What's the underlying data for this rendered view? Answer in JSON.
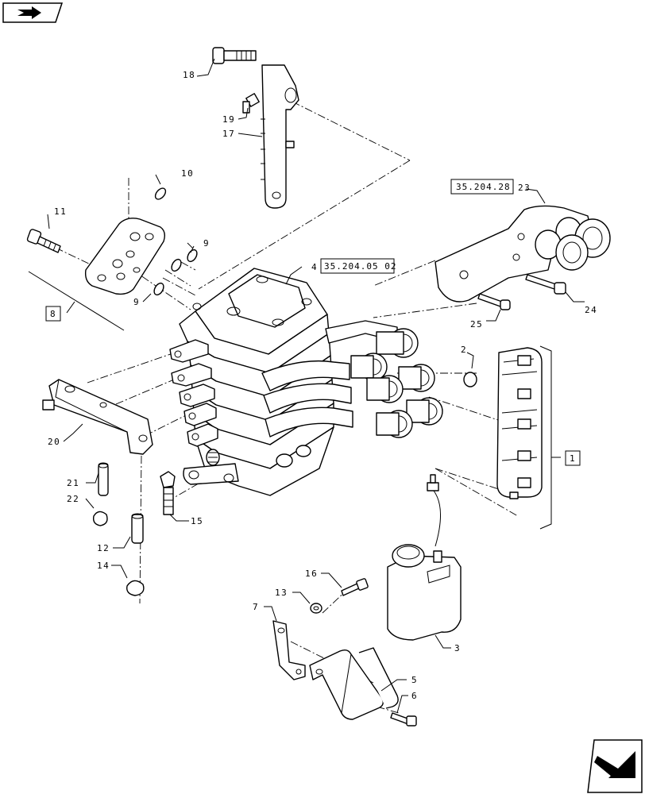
{
  "nav": {
    "prev_icon": "arrow-back-icon",
    "next_icon": "arrow-forward-icon"
  },
  "refs": {
    "r23": "35.204.28",
    "r4": "35.204.05 02",
    "r8": "8",
    "r1": "1"
  },
  "callouts": {
    "c1": "1",
    "c2": "2",
    "c3": "3",
    "c4": "4",
    "c5": "5",
    "c6": "6",
    "c7": "7",
    "c8": "8",
    "c9a": "9",
    "c9b": "9",
    "c10": "10",
    "c11": "11",
    "c12": "12",
    "c13": "13",
    "c14": "14",
    "c15": "15",
    "c16": "16",
    "c17": "17",
    "c18": "18",
    "c19": "19",
    "c20": "20",
    "c21": "21",
    "c22": "22",
    "c23": "23",
    "c24": "24",
    "c25": "25"
  }
}
